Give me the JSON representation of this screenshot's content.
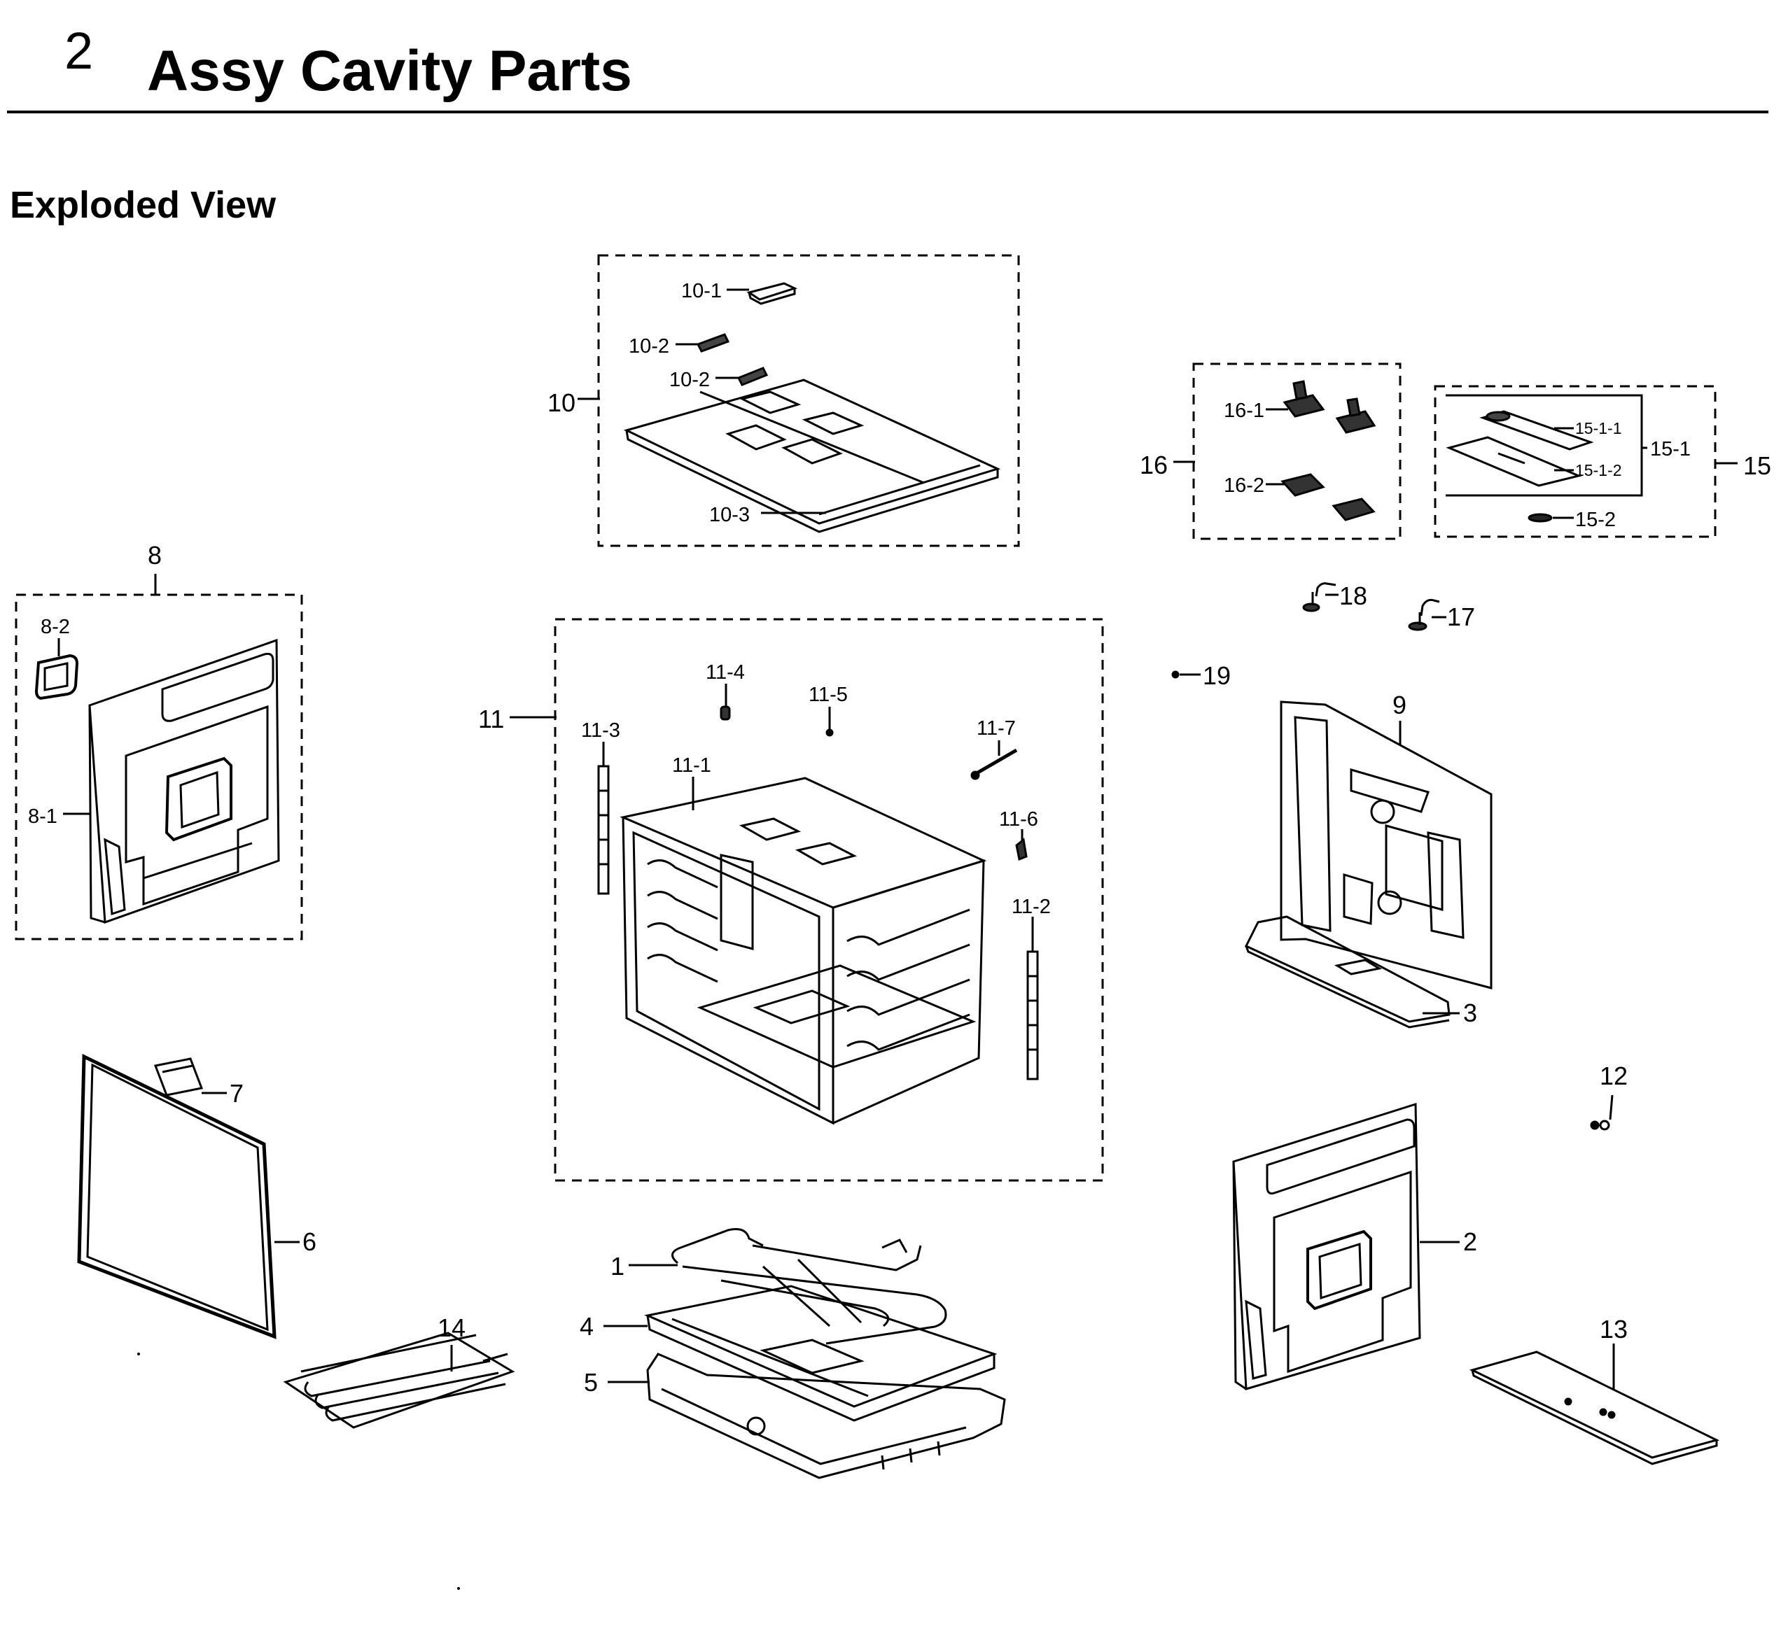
{
  "header": {
    "section_number": "2",
    "title": "Assy Cavity Parts"
  },
  "subtitle": "Exploded View",
  "labels": {
    "p1": "1",
    "p2": "2",
    "p3": "3",
    "p4": "4",
    "p5": "5",
    "p6": "6",
    "p7": "7",
    "p8": "8",
    "p8_1": "8-1",
    "p8_2": "8-2",
    "p9": "9",
    "p10": "10",
    "p10_1": "10-1",
    "p10_2a": "10-2",
    "p10_2b": "10-2",
    "p10_3": "10-3",
    "p11": "11",
    "p11_1": "11-1",
    "p11_2": "11-2",
    "p11_3": "11-3",
    "p11_4": "11-4",
    "p11_5": "11-5",
    "p11_6": "11-6",
    "p11_7": "11-7",
    "p12": "12",
    "p13": "13",
    "p14": "14",
    "p15": "15",
    "p15_1": "15-1",
    "p15_1_1": "15-1-1",
    "p15_1_2": "15-1-2",
    "p15_2": "15-2",
    "p16": "16",
    "p16_1": "16-1",
    "p16_2": "16-2",
    "p17": "17",
    "p18": "18",
    "p19": "19"
  }
}
